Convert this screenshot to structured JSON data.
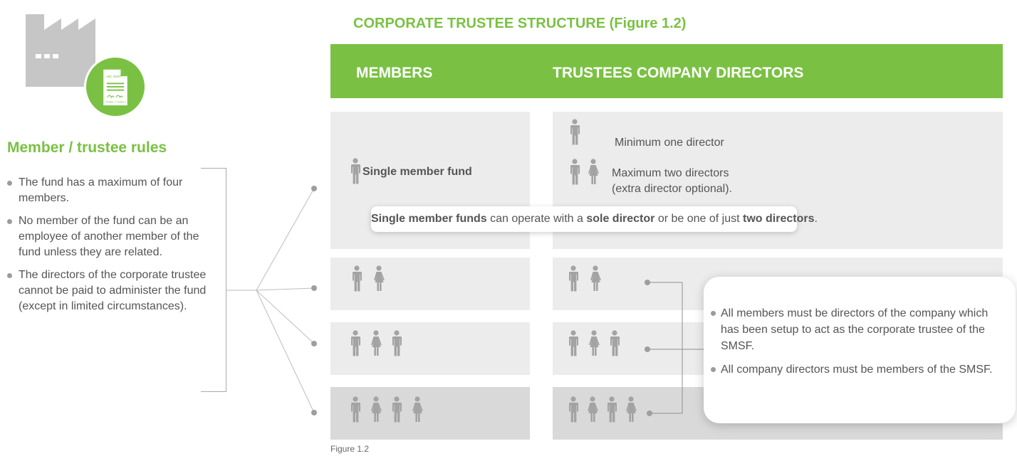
{
  "left": {
    "badge_text_top": "ABC SMSF",
    "badge_text_left": "Trustee 1",
    "badge_text_right": "Trustee 2",
    "title": "Member / trustee rules",
    "rules": [
      "The fund has a maximum of four members.",
      "No member of the fund can be an employee of another member of the fund unless they are related.",
      "The directors of the corporate trustee cannot be paid to administer the fund (except in limited circumstances)."
    ]
  },
  "diagram": {
    "title": "CORPORATE TRUSTEE STRUCTURE (Figure 1.2)",
    "col_members": "MEMBERS",
    "col_trustees": "TRUSTEES COMPANY DIRECTORS",
    "single_label": "Single member fund",
    "min_label": "Minimum one director",
    "max_label_line1": "Maximum two directors",
    "max_label_line2": "(extra director optional).",
    "callout": {
      "p1": "Single member funds",
      "p2": " can operate with a ",
      "p3": "sole director",
      "p4": " or be one of just ",
      "p5": "two directors",
      "p6": "."
    },
    "info": [
      "All members must be directors of the company which has been setup to act as the corporate trustee of the SMSF.",
      "All company directors must be members of the SMSF."
    ],
    "caption": "Figure 1.2"
  },
  "colors": {
    "accent": "#7ac143",
    "icon_gray": "#a3a3a3",
    "row_light": "#ececec",
    "row_dark": "#d9d9d9"
  }
}
